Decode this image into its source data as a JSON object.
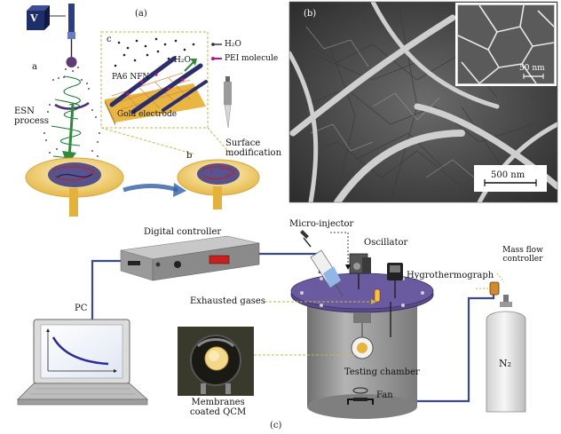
{
  "panel_a": {
    "panel_label": "(a)",
    "voltage_symbol": "V",
    "step_a_label": "a",
    "process_label": "ESN\nprocess",
    "inset_label": "c",
    "step_b_label": "b",
    "legend": [
      {
        "label": "H₂O",
        "color": "#2a2a2a"
      },
      {
        "label": "PEI molecule",
        "color": "#c0147a"
      }
    ],
    "h2o_label": "H₂O",
    "fiber_label": "PA6 NFN",
    "electrode_label": "Gold electrode",
    "modification_label": "Surface\nmodification"
  },
  "panel_b": {
    "panel_label": "(b)",
    "inset_scale_label": "50 nm",
    "main_scale_label": "500 nm"
  },
  "panel_c": {
    "panel_label": "(c)",
    "labels": {
      "digital_controller": "Digital controller",
      "micro_injector": "Micro-injector",
      "oscillator": "Oscillator",
      "mass_flow_controller": "Mass flow\ncontroller",
      "hygrothermograph": "Hygrothermograph",
      "pc": "PC",
      "exhausted_gases": "Exhausted gases",
      "testing_chamber": "Testing chamber",
      "fan": "Fan",
      "membranes": "Membranes\ncoated QCM",
      "n2": "N₂"
    }
  },
  "colors": {
    "tube_blue": "#3a4a8a",
    "chamber_gray": "#8e8e8e",
    "electrode_yellow": "#f2d37a",
    "arrow_green": "#2f8a3a",
    "dashed_yellow": "#d8c22a",
    "process_arrow": "#2f5fa8"
  }
}
